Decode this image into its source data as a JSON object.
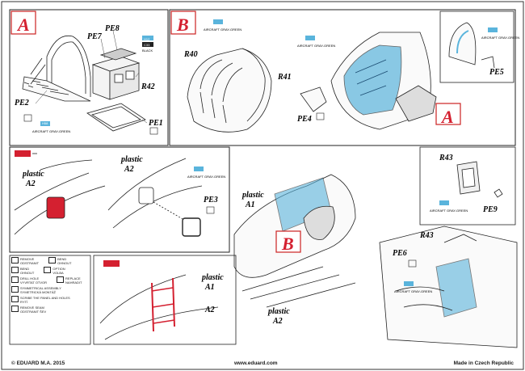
{
  "sections": {
    "a_top_left": "A",
    "b_top": "B",
    "a_right": "A",
    "b_center": "B"
  },
  "parts": {
    "pe1": "PE1",
    "pe2": "PE2",
    "pe3": "PE3",
    "pe4": "PE4",
    "pe5": "PE5",
    "pe6": "PE6",
    "pe7": "PE7",
    "pe8": "PE8",
    "pe9": "PE9",
    "r40": "R40",
    "r41": "R41",
    "r42": "R42",
    "r43a": "R43",
    "r43b": "R43"
  },
  "plastic_labels": {
    "a2_left_l1": "plastic",
    "a2_left_l2": "A2",
    "a2_mid_l1": "plastic",
    "a2_mid_l2": "A2",
    "a1_center_l1": "plastic",
    "a1_center_l2": "A1",
    "a1_bottom_l1": "plastic",
    "a1_bottom_l2": "A1",
    "a2_bottom_l1": "A2",
    "a2_lower_l1": "plastic",
    "a2_lower_l2": "A2"
  },
  "paint_chips": {
    "aircraft_gray_green": "AIRCRAFT GRAY-GREEN",
    "h58_code": "H58",
    "h12_code": "H12",
    "c33_code": "C33",
    "black": "BLACK",
    "colors": {
      "gray_green": "#5ab4dc",
      "black_chip": "#222222",
      "red": "#d42030"
    }
  },
  "legend": [
    {
      "icon": "remove-icon",
      "en": "REMOVE",
      "cz": "ODSTRANIT"
    },
    {
      "icon": "bend-icon",
      "en": "BEND",
      "cz": "OHNOUT"
    },
    {
      "icon": "bend-2-icon",
      "en": "BEND",
      "cz": "OHNOUT"
    },
    {
      "icon": "option-icon",
      "en": "OPTION",
      "cz": "VOLBA"
    },
    {
      "icon": "drill-hole-icon",
      "en": "DRILL HOLE",
      "cz": "VYVRTAT OTVOR"
    },
    {
      "icon": "replace-icon",
      "en": "REPLACE",
      "cz": "NAHRADIT"
    },
    {
      "icon": "symmetrical-assembly-icon",
      "en": "SYMMETRICAL ASSEMBLY",
      "cz": "SYMETRICKÁ MONTÁŽ"
    },
    {
      "icon": "scribe-icon",
      "en": "SCRIBE THE PANEL AND HOLES",
      "cz": "RYTÍ"
    },
    {
      "icon": "remove-seam-icon",
      "en": "REMOVE SEAM",
      "cz": "ODSTRANIT ŠEV"
    }
  ],
  "footer": {
    "copyright": "© EDUARD  M.A. 2015",
    "website": "www.eduard.com",
    "made_in": "Made in Czech Republic"
  }
}
